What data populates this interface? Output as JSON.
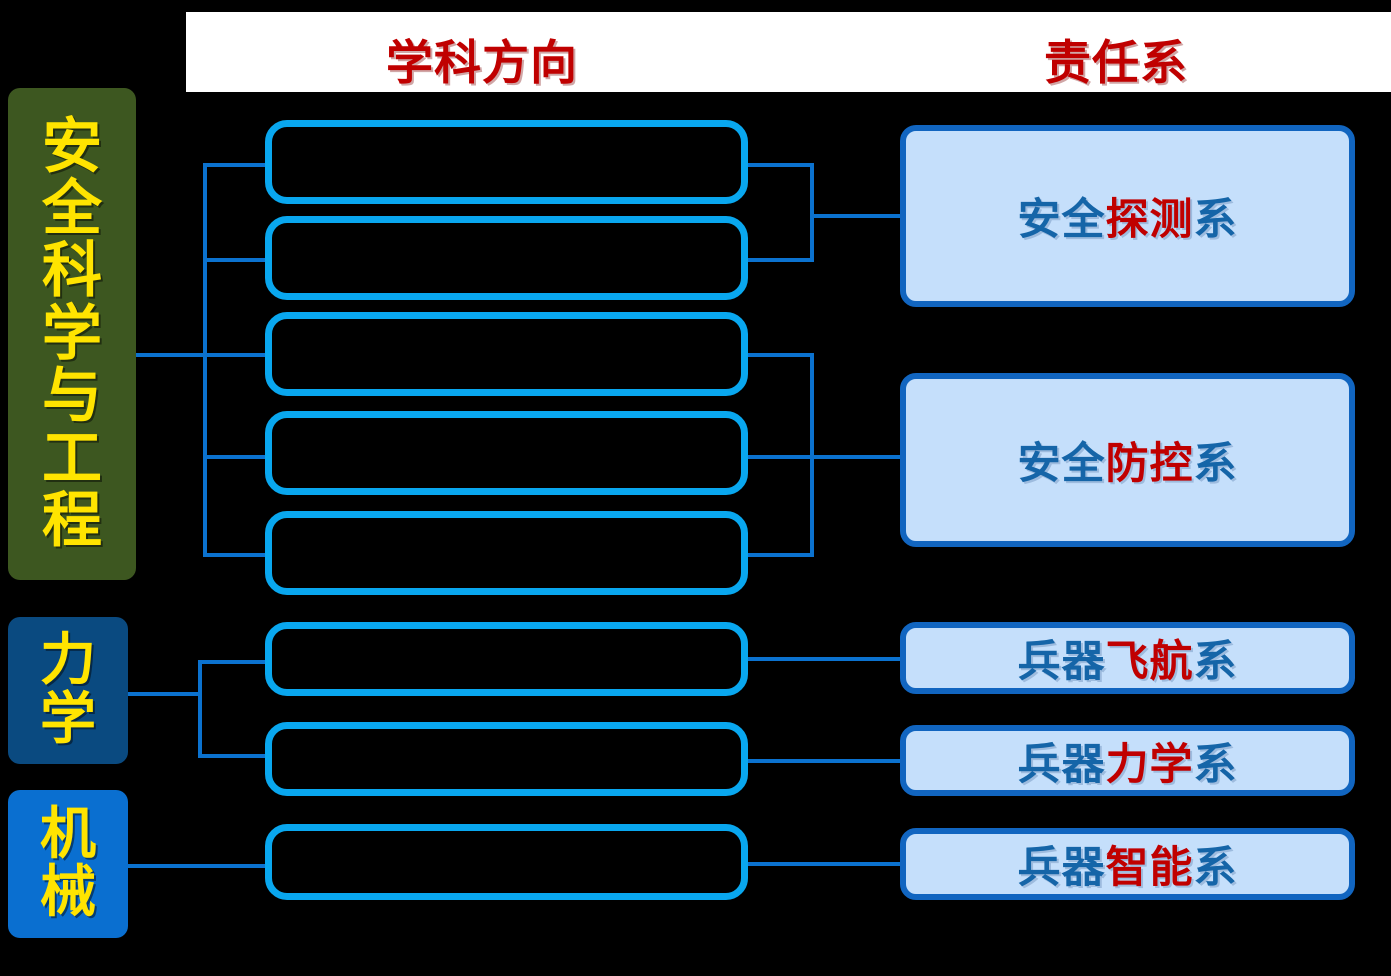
{
  "header": {
    "column_left": "学科方向",
    "column_right": "责任系"
  },
  "disciplines": [
    {
      "id": "safety-science-engineering",
      "label": "安全科学与工程",
      "color": "#3d5720",
      "text_color": "#ffe400"
    },
    {
      "id": "mechanics",
      "label": "力学",
      "color": "#0a4a80",
      "text_color": "#ffe400"
    },
    {
      "id": "mechanical",
      "label": "机械",
      "color": "#0a6fd0",
      "text_color": "#ffe400"
    }
  ],
  "directions": [
    {
      "id": "direction-1",
      "label": ""
    },
    {
      "id": "direction-2",
      "label": ""
    },
    {
      "id": "direction-3",
      "label": ""
    },
    {
      "id": "direction-4",
      "label": ""
    },
    {
      "id": "direction-5",
      "label": ""
    },
    {
      "id": "direction-6",
      "label": ""
    },
    {
      "id": "direction-7",
      "label": ""
    },
    {
      "id": "direction-8",
      "label": ""
    }
  ],
  "departments": [
    {
      "id": "safety-detection",
      "label": "安全探测系",
      "segments": [
        {
          "text": "安全",
          "color": "blue"
        },
        {
          "text": "探测",
          "color": "red"
        },
        {
          "text": "系",
          "color": "blue"
        }
      ]
    },
    {
      "id": "safety-prevention-control",
      "label": "安全防控系",
      "segments": [
        {
          "text": "安全",
          "color": "blue"
        },
        {
          "text": "防控",
          "color": "red"
        },
        {
          "text": "系",
          "color": "blue"
        }
      ]
    },
    {
      "id": "weapon-flight",
      "label": "兵器飞航系",
      "segments": [
        {
          "text": "兵器",
          "color": "blue"
        },
        {
          "text": "飞航",
          "color": "red"
        },
        {
          "text": "系",
          "color": "blue"
        }
      ]
    },
    {
      "id": "weapon-mechanics",
      "label": "兵器力学系",
      "segments": [
        {
          "text": "兵器",
          "color": "blue"
        },
        {
          "text": "力学",
          "color": "red"
        },
        {
          "text": "系",
          "color": "blue"
        }
      ]
    },
    {
      "id": "weapon-intelligence",
      "label": "兵器智能系",
      "segments": [
        {
          "text": "兵器",
          "color": "blue"
        },
        {
          "text": "智能",
          "color": "red"
        },
        {
          "text": "系",
          "color": "blue"
        }
      ]
    }
  ],
  "colors": {
    "background": "#000000",
    "header_bar": "#ffffff",
    "header_text": "#c00000",
    "direction_border": "#09a7ef",
    "department_fill": "#c5dffb",
    "department_border": "#1165c0",
    "department_blue_text": "#1565a8",
    "department_red_text": "#c00000",
    "connector": "#0b72cf",
    "discipline_text": "#ffe400"
  }
}
